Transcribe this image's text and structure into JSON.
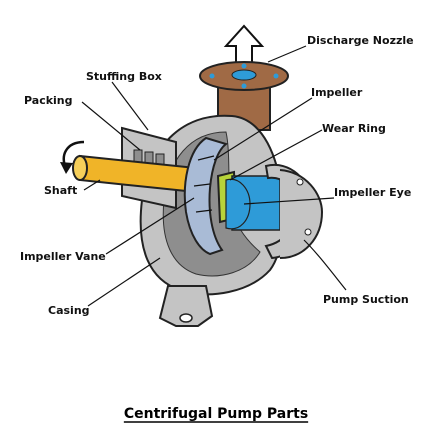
{
  "title": "Centrifugal Pump Parts",
  "labels": {
    "discharge_nozzle": "Discharge Nozzle",
    "stuffing_box": "Stuffing Box",
    "impeller": "Impeller",
    "packing": "Packing",
    "wear_ring": "Wear Ring",
    "shaft": "Shaft",
    "impeller_eye": "Impeller Eye",
    "impeller_vane": "Impeller Vane",
    "pump_suction": "Pump Suction",
    "casing": "Casing"
  },
  "colors": {
    "casing": "#c4c4c4",
    "casing_dark": "#8e8e8e",
    "nozzle": "#a06a45",
    "shaft": "#f0b428",
    "impeller": "#a9bbd6",
    "impeller_eye": "#2e9bd8",
    "wear_ring": "#b7d33a",
    "outline": "#222222"
  }
}
